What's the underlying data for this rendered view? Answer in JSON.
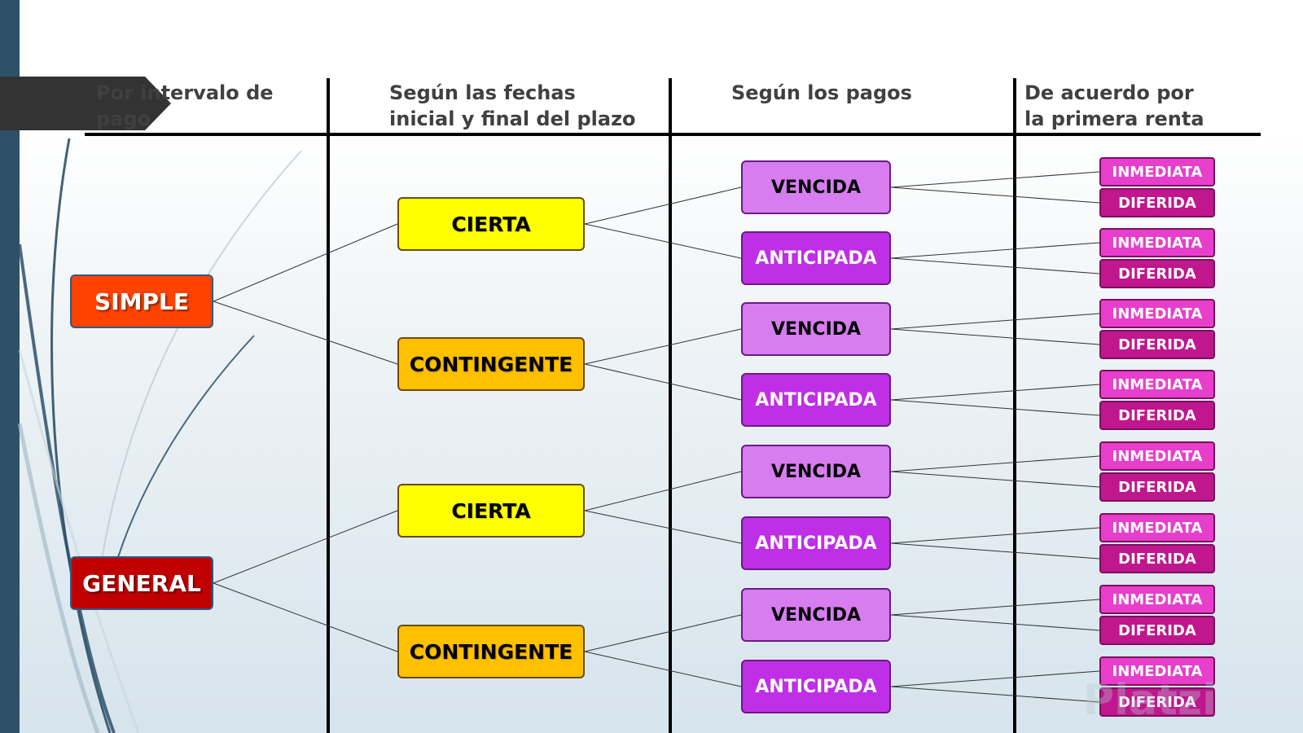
{
  "headers": {
    "col1": "Por intervalo de\npago",
    "col2": "Según las fechas\ninicial y final del plazo",
    "col3": "Según los pagos",
    "col4": "De acuerdo por\nla primera renta"
  },
  "roots": [
    {
      "label": "SIMPLE",
      "children": [
        {
          "label": "CIERTA",
          "children": [
            {
              "label": "VENCIDA",
              "children": [
                "INMEDIATA",
                "DIFERIDA"
              ]
            },
            {
              "label": "ANTICIPADA",
              "children": [
                "INMEDIATA",
                "DIFERIDA"
              ]
            }
          ]
        },
        {
          "label": "CONTINGENTE",
          "children": [
            {
              "label": "VENCIDA",
              "children": [
                "INMEDIATA",
                "DIFERIDA"
              ]
            },
            {
              "label": "ANTICIPADA",
              "children": [
                "INMEDIATA",
                "DIFERIDA"
              ]
            }
          ]
        }
      ]
    },
    {
      "label": "GENERAL",
      "children": [
        {
          "label": "CIERTA",
          "children": [
            {
              "label": "VENCIDA",
              "children": [
                "INMEDIATA",
                "DIFERIDA"
              ]
            },
            {
              "label": "ANTICIPADA",
              "children": [
                "INMEDIATA",
                "DIFERIDA"
              ]
            }
          ]
        },
        {
          "label": "CONTINGENTE",
          "children": [
            {
              "label": "VENCIDA",
              "children": [
                "INMEDIATA",
                "DIFERIDA"
              ]
            },
            {
              "label": "ANTICIPADA",
              "children": [
                "INMEDIATA",
                "DIFERIDA"
              ]
            }
          ]
        }
      ]
    }
  ],
  "watermark": "Platzi",
  "colors": {
    "simple": "#ff4200",
    "general": "#c00000",
    "cierta": "#ffff00",
    "contingente": "#ffc000",
    "vencida": "#d77df0",
    "anticipada": "#bf2fe6",
    "inmediata": "#e83ecc",
    "diferida": "#c0168e",
    "sidebar": "#2e5068"
  }
}
